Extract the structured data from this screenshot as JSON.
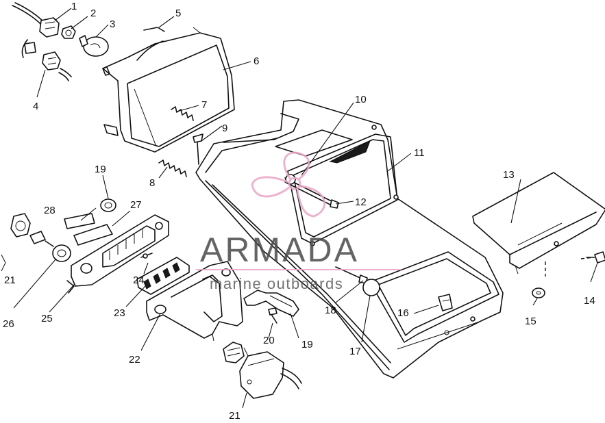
{
  "callouts": [
    {
      "id": "c1",
      "text": "1"
    },
    {
      "id": "c2",
      "text": "2"
    },
    {
      "id": "c3",
      "text": "3"
    },
    {
      "id": "c4",
      "text": "4"
    },
    {
      "id": "c5",
      "text": "5"
    },
    {
      "id": "c6",
      "text": "6"
    },
    {
      "id": "c7",
      "text": "7"
    },
    {
      "id": "c8",
      "text": "8"
    },
    {
      "id": "c9",
      "text": "9"
    },
    {
      "id": "c10",
      "text": "10"
    },
    {
      "id": "c11",
      "text": "11"
    },
    {
      "id": "c12",
      "text": "12"
    },
    {
      "id": "c13",
      "text": "13"
    },
    {
      "id": "c14",
      "text": "14"
    },
    {
      "id": "c15",
      "text": "15"
    },
    {
      "id": "c16",
      "text": "16"
    },
    {
      "id": "c17",
      "text": "17"
    },
    {
      "id": "c18",
      "text": "18"
    },
    {
      "id": "c19a",
      "text": "19"
    },
    {
      "id": "c19b",
      "text": "19"
    },
    {
      "id": "c20",
      "text": "20"
    },
    {
      "id": "c21a",
      "text": "21"
    },
    {
      "id": "c21b",
      "text": "21"
    },
    {
      "id": "c22",
      "text": "22"
    },
    {
      "id": "c23",
      "text": "23"
    },
    {
      "id": "c24",
      "text": "24"
    },
    {
      "id": "c25",
      "text": "25"
    },
    {
      "id": "c26",
      "text": "26"
    },
    {
      "id": "c27",
      "text": "27"
    },
    {
      "id": "c28",
      "text": "28"
    }
  ],
  "watermark": {
    "brand": "ARMADA",
    "tagline": "marine outboards",
    "logo_icon": "propeller-logo-icon",
    "brand_color": "#e8a6c6",
    "text_color": "#4a4a4a"
  }
}
